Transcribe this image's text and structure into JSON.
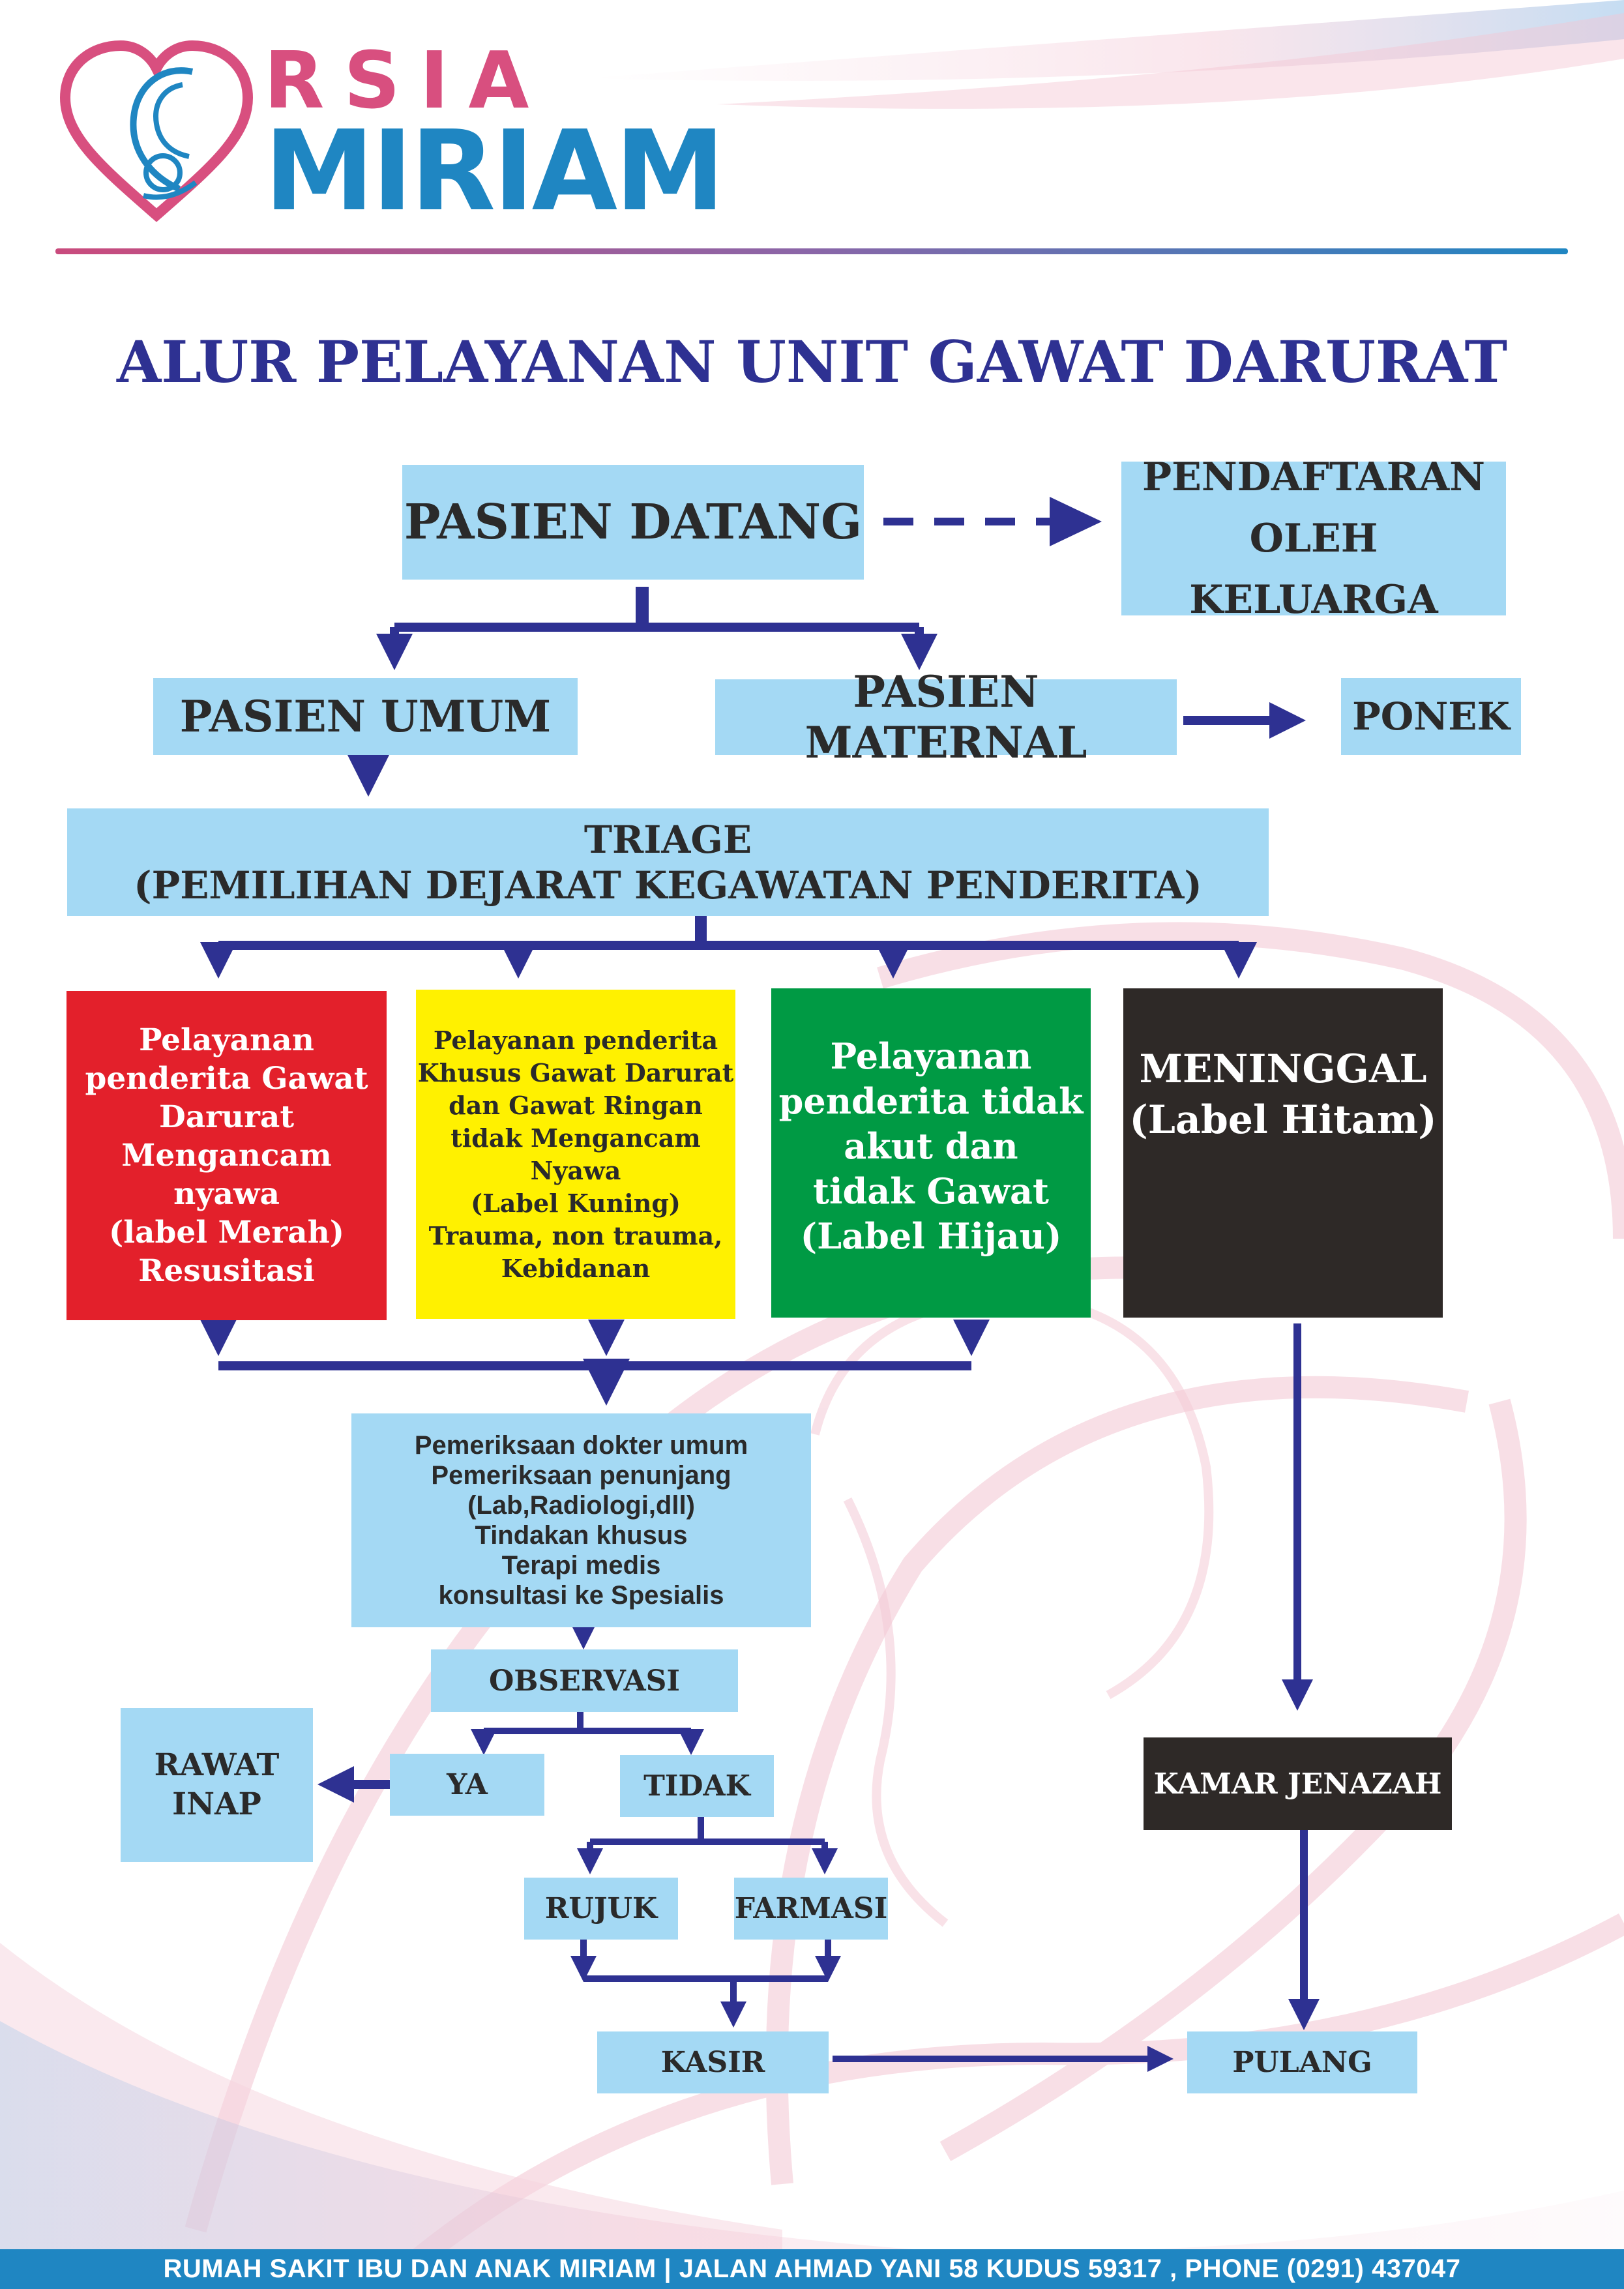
{
  "logo": {
    "line1": "RSIA",
    "line2": "MIRIAM",
    "line1_color": "#d84f7f",
    "line2_color": "#1f86c2"
  },
  "title": "ALUR PELAYANAN UNIT GAWAT DARURAT",
  "nodes": {
    "pasien_datang": "PASIEN DATANG",
    "pendaftaran": "PENDAFTARAN\nOLEH KELUARGA",
    "pasien_umum": "PASIEN UMUM",
    "pasien_maternal": "PASIEN MATERNAL",
    "ponek": "PONEK",
    "triage": "TRIAGE\n(PEMILIHAN DEJARAT KEGAWATAN PENDERITA)",
    "label_merah": "Pelayanan\npenderita Gawat\nDarurat\nMengancam nyawa\n(label Merah)\nResusitasi",
    "label_kuning": "Pelayanan penderita\nKhusus Gawat Darurat\ndan Gawat Ringan\ntidak Mengancam\nNyawa\n(Label Kuning)\nTrauma, non trauma,\nKebidanan",
    "label_hijau": "Pelayanan\npenderita tidak\nakut dan\ntidak Gawat\n(Label Hijau)",
    "meninggal": "MENINGGAL\n(Label Hitam)",
    "pemeriksaan": "Pemeriksaan dokter umum\nPemeriksaan penunjang\n(Lab,Radiologi,dll)\nTindakan khusus\nTerapi medis\nkonsultasi ke Spesialis",
    "observasi": "OBSERVASI",
    "ya": "YA",
    "tidak": "TIDAK",
    "rawat_inap": "RAWAT\nINAP",
    "rujuk": "RUJUK",
    "farmasi": "FARMASI",
    "kasir": "KASIR",
    "kamar_jenazah": "KAMAR JENAZAH",
    "pulang": "PULANG"
  },
  "footer": "RUMAH SAKIT IBU DAN ANAK MIRIAM | JALAN AHMAD YANI 58 KUDUS 59317 , PHONE (0291) 437047",
  "colors": {
    "box_blue": "#a4d9f4",
    "arrow": "#2e3192",
    "title": "#2e3192",
    "red": "#e3202b",
    "yellow": "#fff100",
    "green": "#009a44",
    "black": "#2e2927",
    "footer_bg": "#1f86c2"
  }
}
